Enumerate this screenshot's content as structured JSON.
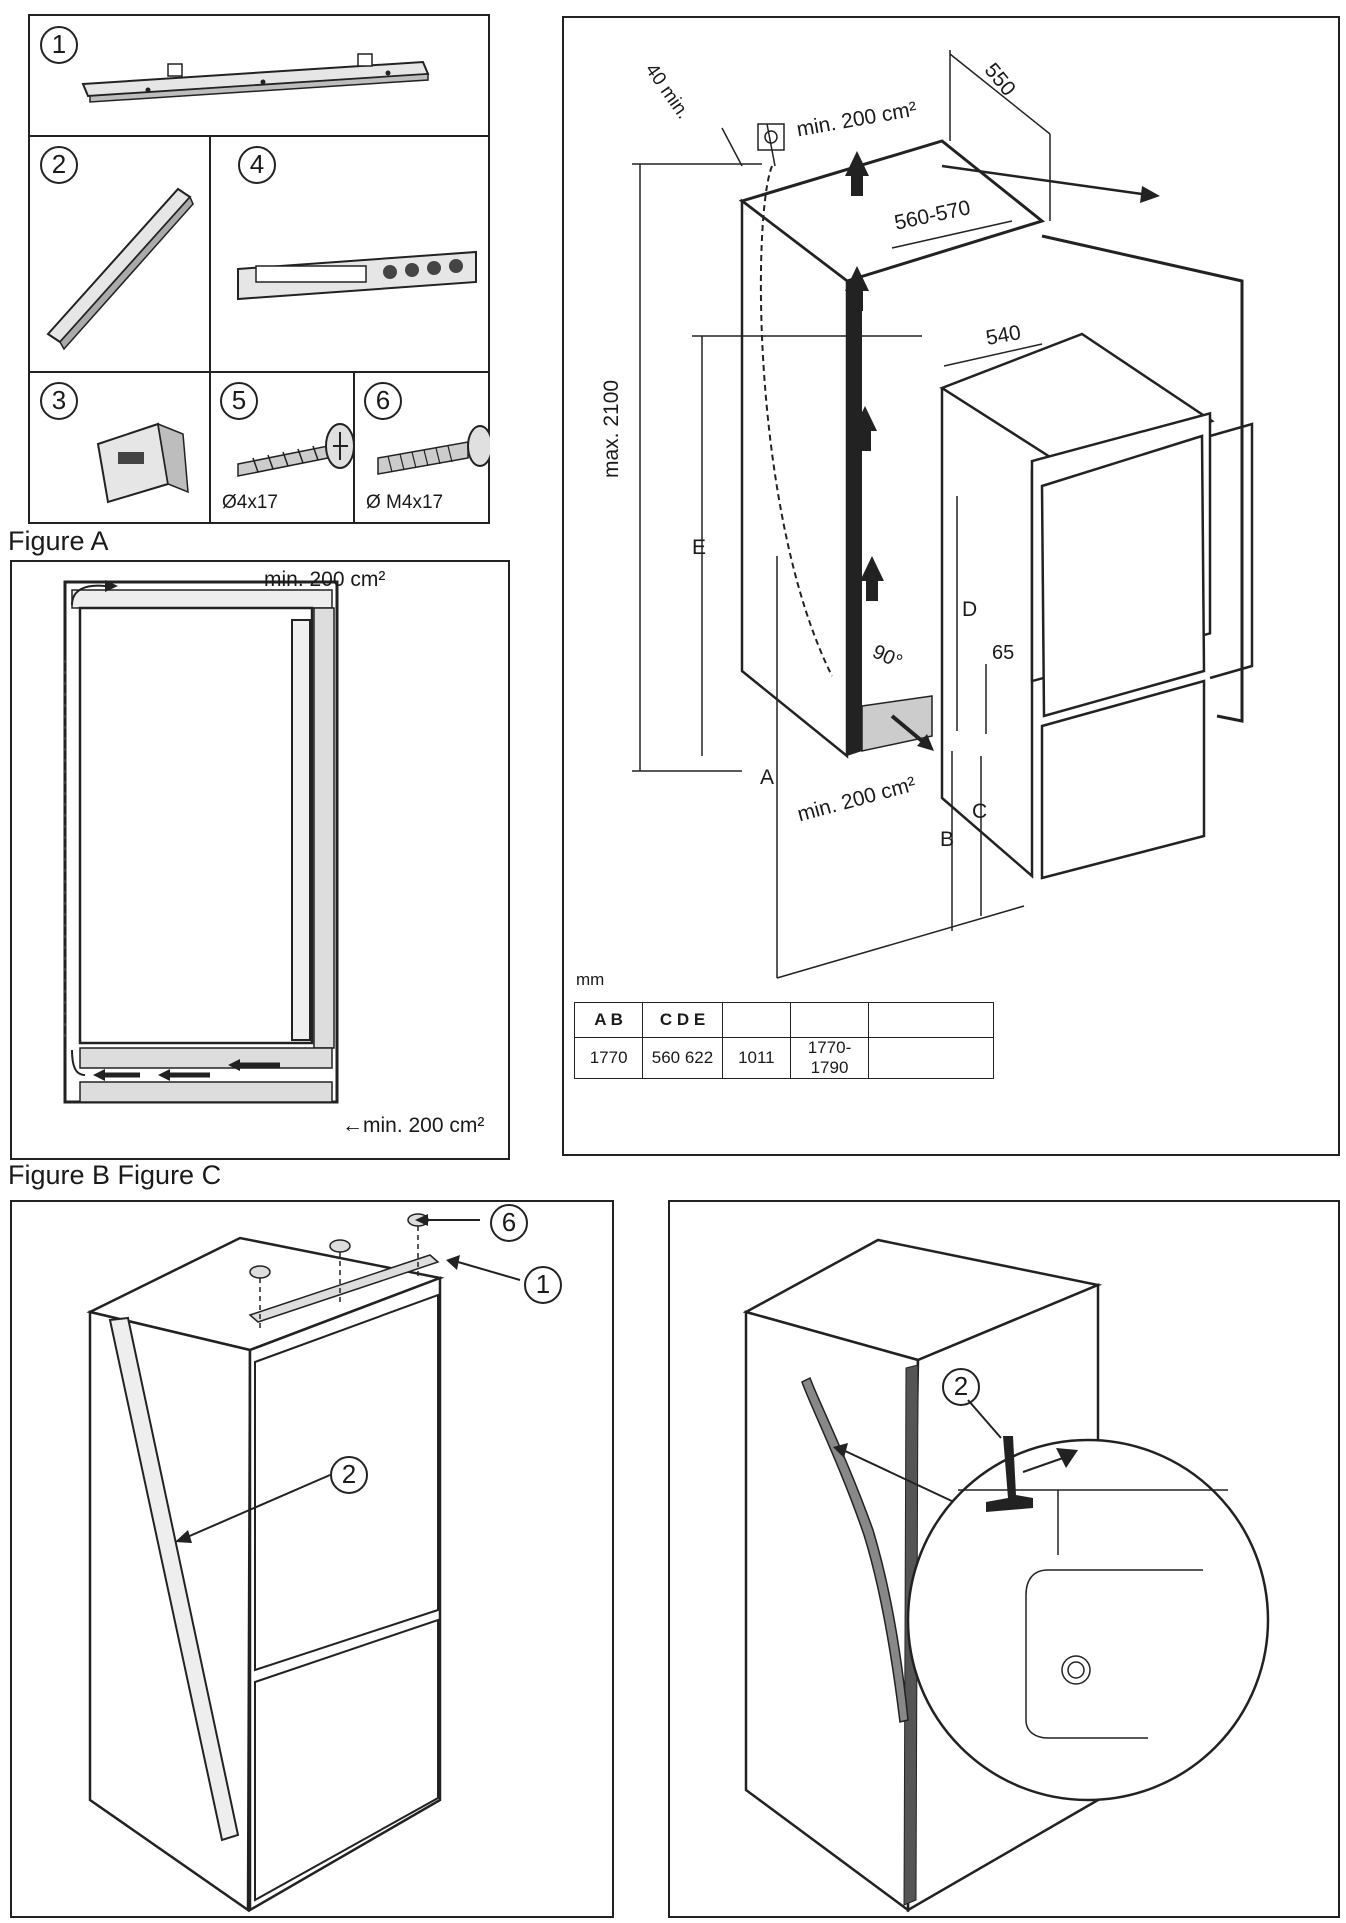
{
  "parts": [
    {
      "number": "1"
    },
    {
      "number": "2"
    },
    {
      "number": "4"
    },
    {
      "number": "3"
    },
    {
      "number": "5",
      "caption": "Ø4x17"
    },
    {
      "number": "6",
      "caption": "Ø M4x17"
    }
  ],
  "captions": {
    "figure_a": "Figure A",
    "figure_bc": "Figure B Figure C"
  },
  "figure_a": {
    "vent_top": "min. 200 cm²",
    "vent_bottom": "←min. 200 cm²"
  },
  "install_diagram": {
    "min_gap": "40 min.",
    "vent_top": "min. 200 cm²",
    "vent_bottom": "min. 200 cm²",
    "depth_550": "550",
    "width_560_570": "560-570",
    "width_540": "540",
    "max_height": "max. 2100",
    "label_e": "E",
    "label_d": "D",
    "label_65": "65",
    "label_angle": "90°",
    "label_a": "A",
    "label_b": "B",
    "label_c": "C",
    "unit": "mm",
    "table": {
      "headers": [
        "A B",
        "C D E",
        "",
        "",
        ""
      ],
      "values": [
        "1770",
        "560 622",
        "1011",
        "1770-1790",
        ""
      ]
    }
  },
  "figure_b": {
    "callout_6": "6",
    "callout_1": "1",
    "callout_2": "2"
  },
  "figure_c": {
    "callout_2": "2"
  }
}
